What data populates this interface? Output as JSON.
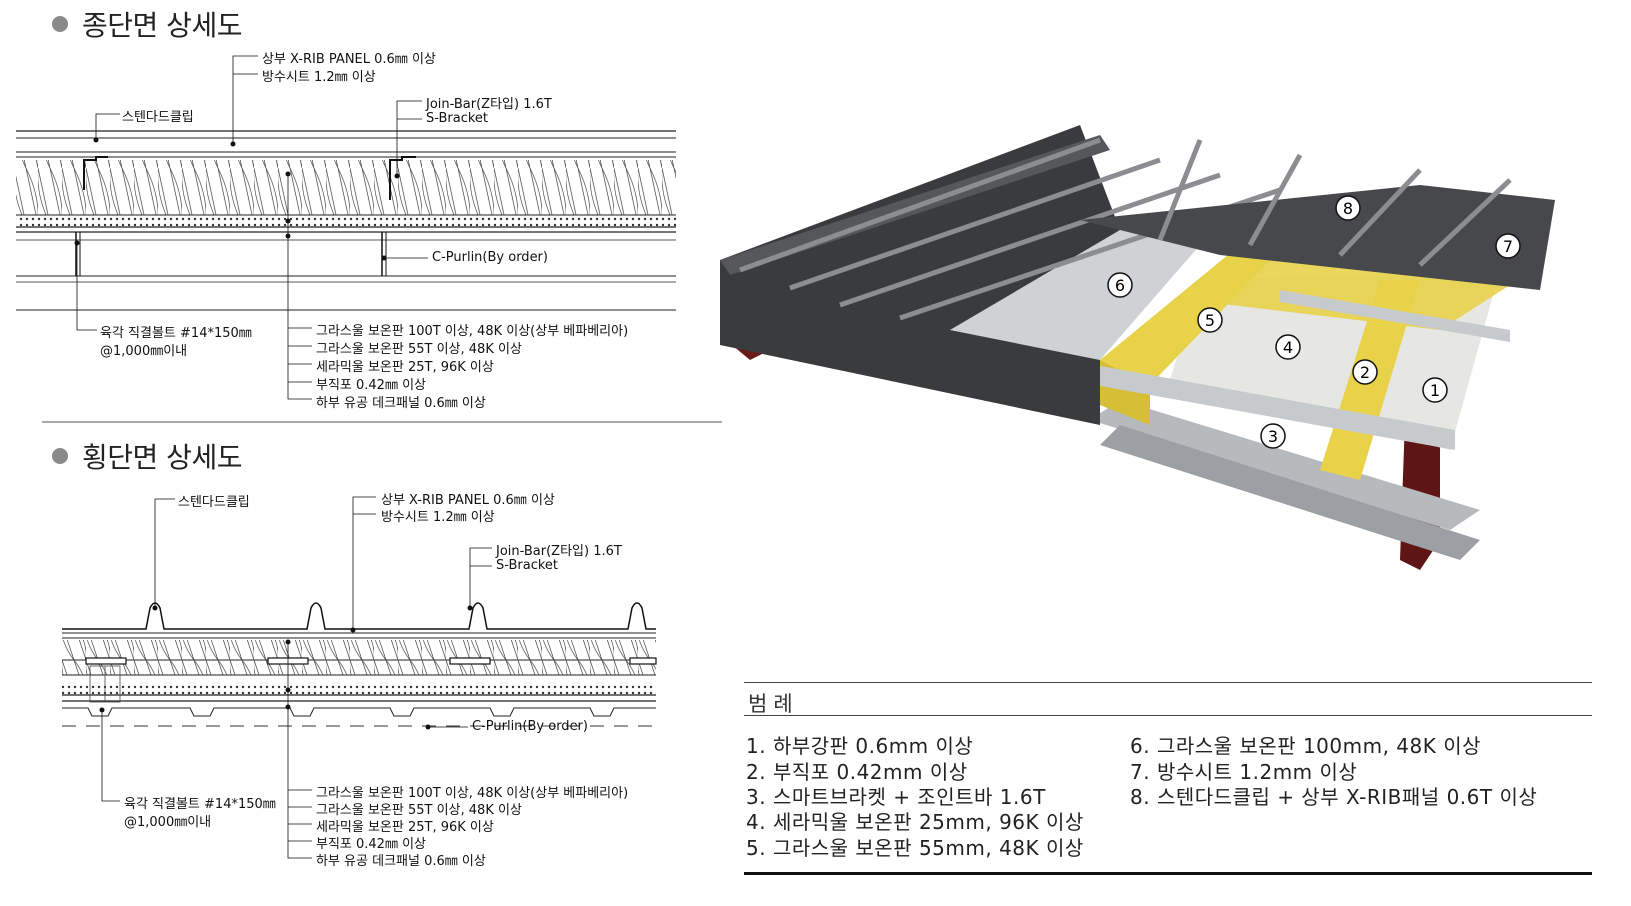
{
  "longitudinal": {
    "title": "종단면 상세도",
    "labels": {
      "upper_panel": "상부 X-RIB PANEL 0.6㎜ 이상",
      "waterproof": "방수시트 1.2㎜ 이상",
      "standard_clip": "스텐다드클립",
      "join_bar": "Join-Bar(Z타입) 1.6T",
      "s_bracket": "S-Bracket",
      "c_purlin": "C-Purlin(By order)",
      "bolt": "육각 직결볼트 #14*150㎜",
      "bolt_spacing": "@1,000㎜이내",
      "glasswool_100": "그라스울 보온판 100T 이상, 48K 이상(상부 베파베리아)",
      "glasswool_55": "그라스울 보온판 55T 이상, 48K 이상",
      "ceramic": "세라믹울 보온판 25T, 96K 이상",
      "nonwoven": "부직포 0.42㎜ 이상",
      "deck": "하부 유공 데크패널 0.6㎜ 이상"
    }
  },
  "transverse": {
    "title": "횡단면 상세도",
    "labels": {
      "standard_clip": "스텐다드클립",
      "upper_panel": "상부 X-RIB PANEL 0.6㎜ 이상",
      "waterproof": "방수시트 1.2㎜ 이상",
      "join_bar": "Join-Bar(Z타입) 1.6T",
      "s_bracket": "S-Bracket",
      "c_purlin": "C-Purlin(By order)",
      "bolt": "육각 직결볼트 #14*150㎜",
      "bolt_spacing": "@1,000㎜이내",
      "glasswool_100": "그라스울 보온판 100T 이상, 48K 이상(상부 베파베리아)",
      "glasswool_55": "그라스울 보온판 55T 이상, 48K 이상",
      "ceramic": "세라믹울 보온판 25T, 96K 이상",
      "nonwoven": "부직포 0.42㎜ 이상",
      "deck": "하부 유공 데크패널 0.6㎜ 이상"
    }
  },
  "render3d": {
    "markers": [
      "1",
      "2",
      "3",
      "4",
      "5",
      "6",
      "7",
      "8"
    ]
  },
  "legend": {
    "title": "범례",
    "items": [
      "1. 하부강판 0.6mm 이상",
      "2. 부직포 0.42mm 이상",
      "3. 스마트브라켓 + 조인트바 1.6T",
      "4. 세라믹울 보온판 25mm, 96K 이상",
      "5. 그라스울 보온판 55mm, 48K 이상",
      "6. 그라스울 보온판 100mm, 48K 이상",
      "7. 방수시트 1.2mm 이상",
      "8. 스텐다드클립 + 상부 X-RIB패널 0.6T 이상"
    ]
  },
  "colors": {
    "panel_dark": "#3a3b3d",
    "panel_light": "#6e7073",
    "insulation_yellow": "#e8d24a",
    "ceramic_white": "#e6e6e2",
    "steel_red": "#6b1a1a",
    "silver": "#b7babd"
  }
}
